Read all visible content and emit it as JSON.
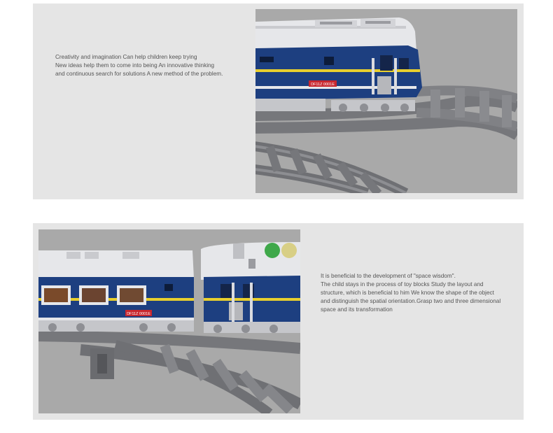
{
  "sections": [
    {
      "lines": [
        "Creativity and imagination Can help children keep trying",
        "New ideas help them to come into being An innovative thinking",
        "and continuous search for solutions  A new method of the problem."
      ],
      "plate_text": "DF11Z 0001E"
    },
    {
      "lines": [
        "It is beneficial to the development of \"space wisdom\".",
        "The child stays in the process of toy blocks Study the layout and",
        "structure, which is beneficial to him We know the shape of the object",
        "and distinguish the spatial orientation.Grasp two and three dimensional",
        "space and its transformation"
      ],
      "plate_text": "DF11Z 0001E"
    }
  ],
  "colors": {
    "panel_bg": "#e5e5e5",
    "photo_bg": "#a9a9a9",
    "train_blue": "#1d3f80",
    "stripe_yellow": "#e8cf2e",
    "roof_white": "#e6e7ea",
    "track_gray": "#7d7e82",
    "plate_red": "#c8272e"
  }
}
